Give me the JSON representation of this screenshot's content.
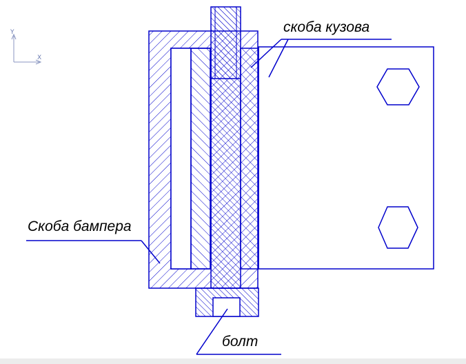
{
  "labels": {
    "body_bracket": "скоба кузова",
    "bumper_bracket": "Скоба бампера",
    "bolt": "болт"
  },
  "axes": {
    "y": "Y",
    "x": "X"
  },
  "colors": {
    "outline": "#0000cc",
    "hatch": "#0000cc",
    "text": "#000000",
    "axis": "#6a7ab0",
    "background": "#ffffff"
  }
}
